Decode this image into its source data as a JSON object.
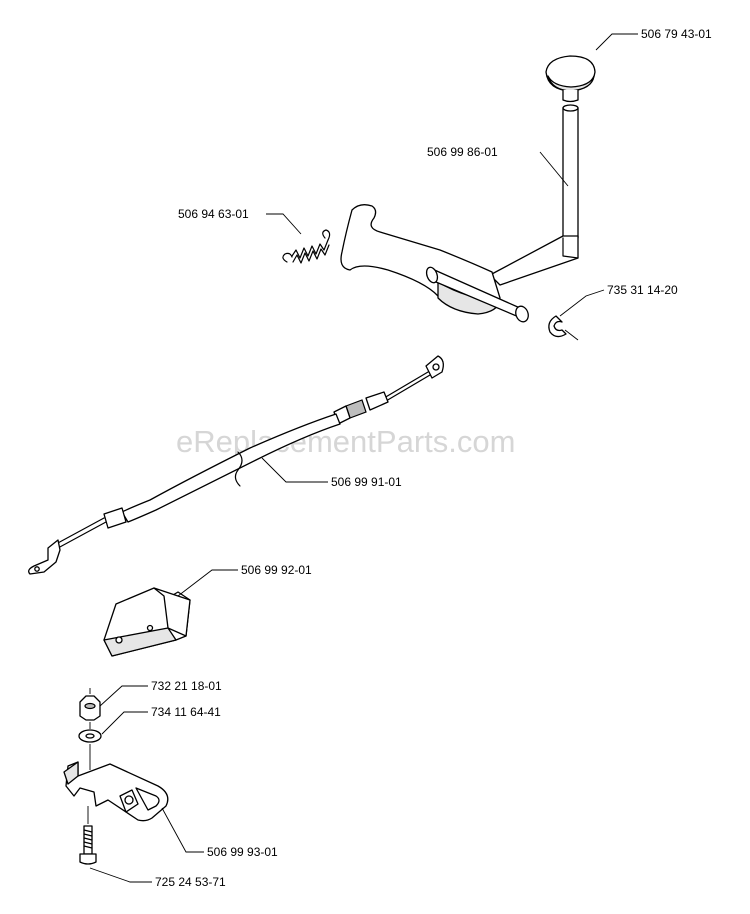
{
  "watermark": "eReplacementParts.com",
  "parts": [
    {
      "id": "knob",
      "number": "506 79 43-01"
    },
    {
      "id": "shift-lever",
      "number": "506 99 86-01"
    },
    {
      "id": "spring",
      "number": "506 94 63-01"
    },
    {
      "id": "e-clip",
      "number": "735 31 14-20"
    },
    {
      "id": "cable",
      "number": "506 99 91-01"
    },
    {
      "id": "bracket",
      "number": "506 99 92-01"
    },
    {
      "id": "lock-nut",
      "number": "732 21 18-01"
    },
    {
      "id": "washer",
      "number": "734 11 64-41"
    },
    {
      "id": "plate",
      "number": "506 99 93-01"
    },
    {
      "id": "bolt",
      "number": "725 24 53-71"
    }
  ]
}
